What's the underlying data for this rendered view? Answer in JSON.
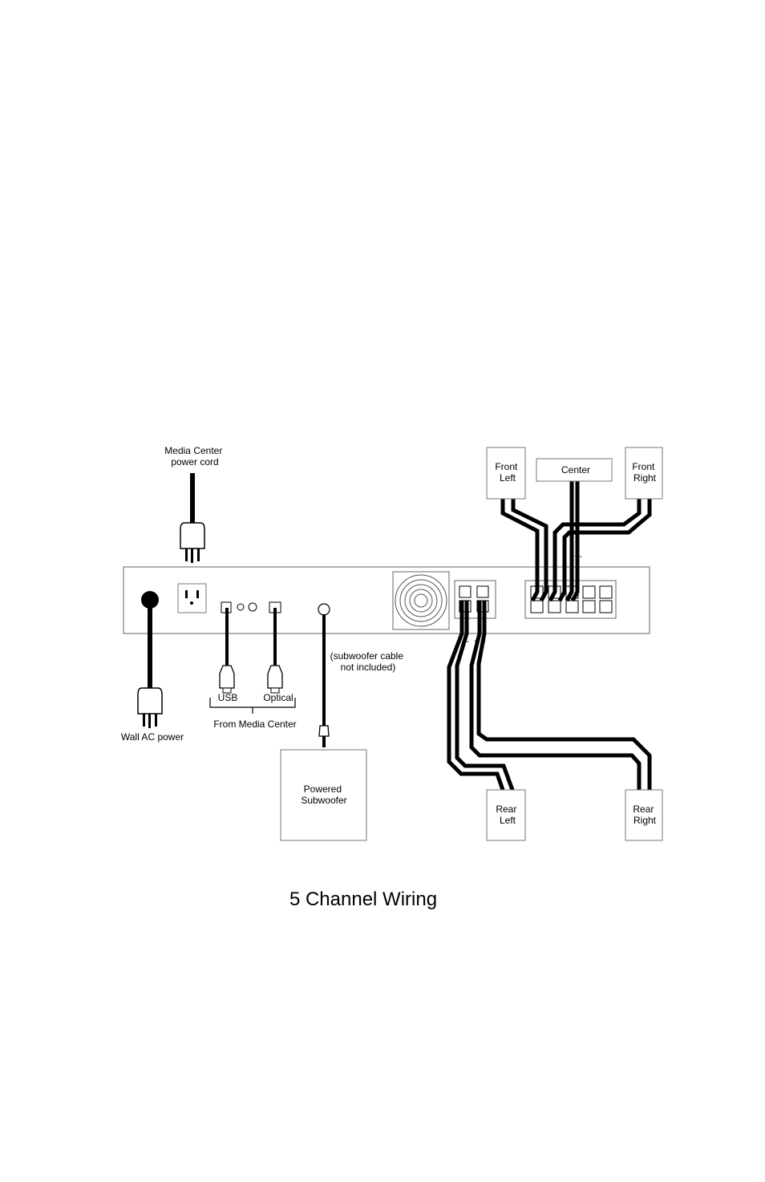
{
  "labels": {
    "media_center_cord": [
      "Media Center",
      "power cord"
    ],
    "wall_ac_power": "Wall AC power",
    "usb": "USB",
    "optical": "Optical",
    "from_media_center": "From Media Center",
    "subwoofer_note": [
      "(subwoofer cable",
      "not included)"
    ],
    "powered_subwoofer": [
      "Powered",
      "Subwoofer"
    ],
    "front_left": [
      "Front",
      "Left"
    ],
    "center": "Center",
    "front_right": [
      "Front",
      "Right"
    ],
    "rear_left": [
      "Rear",
      "Left"
    ],
    "rear_right": [
      "Rear",
      "Right"
    ],
    "polarity_front": [
      "+",
      "-",
      "+",
      "-",
      "+",
      "-"
    ],
    "polarity_rear": [
      "+",
      "-",
      "+",
      "-"
    ]
  },
  "caption": "5 Channel Wiring"
}
